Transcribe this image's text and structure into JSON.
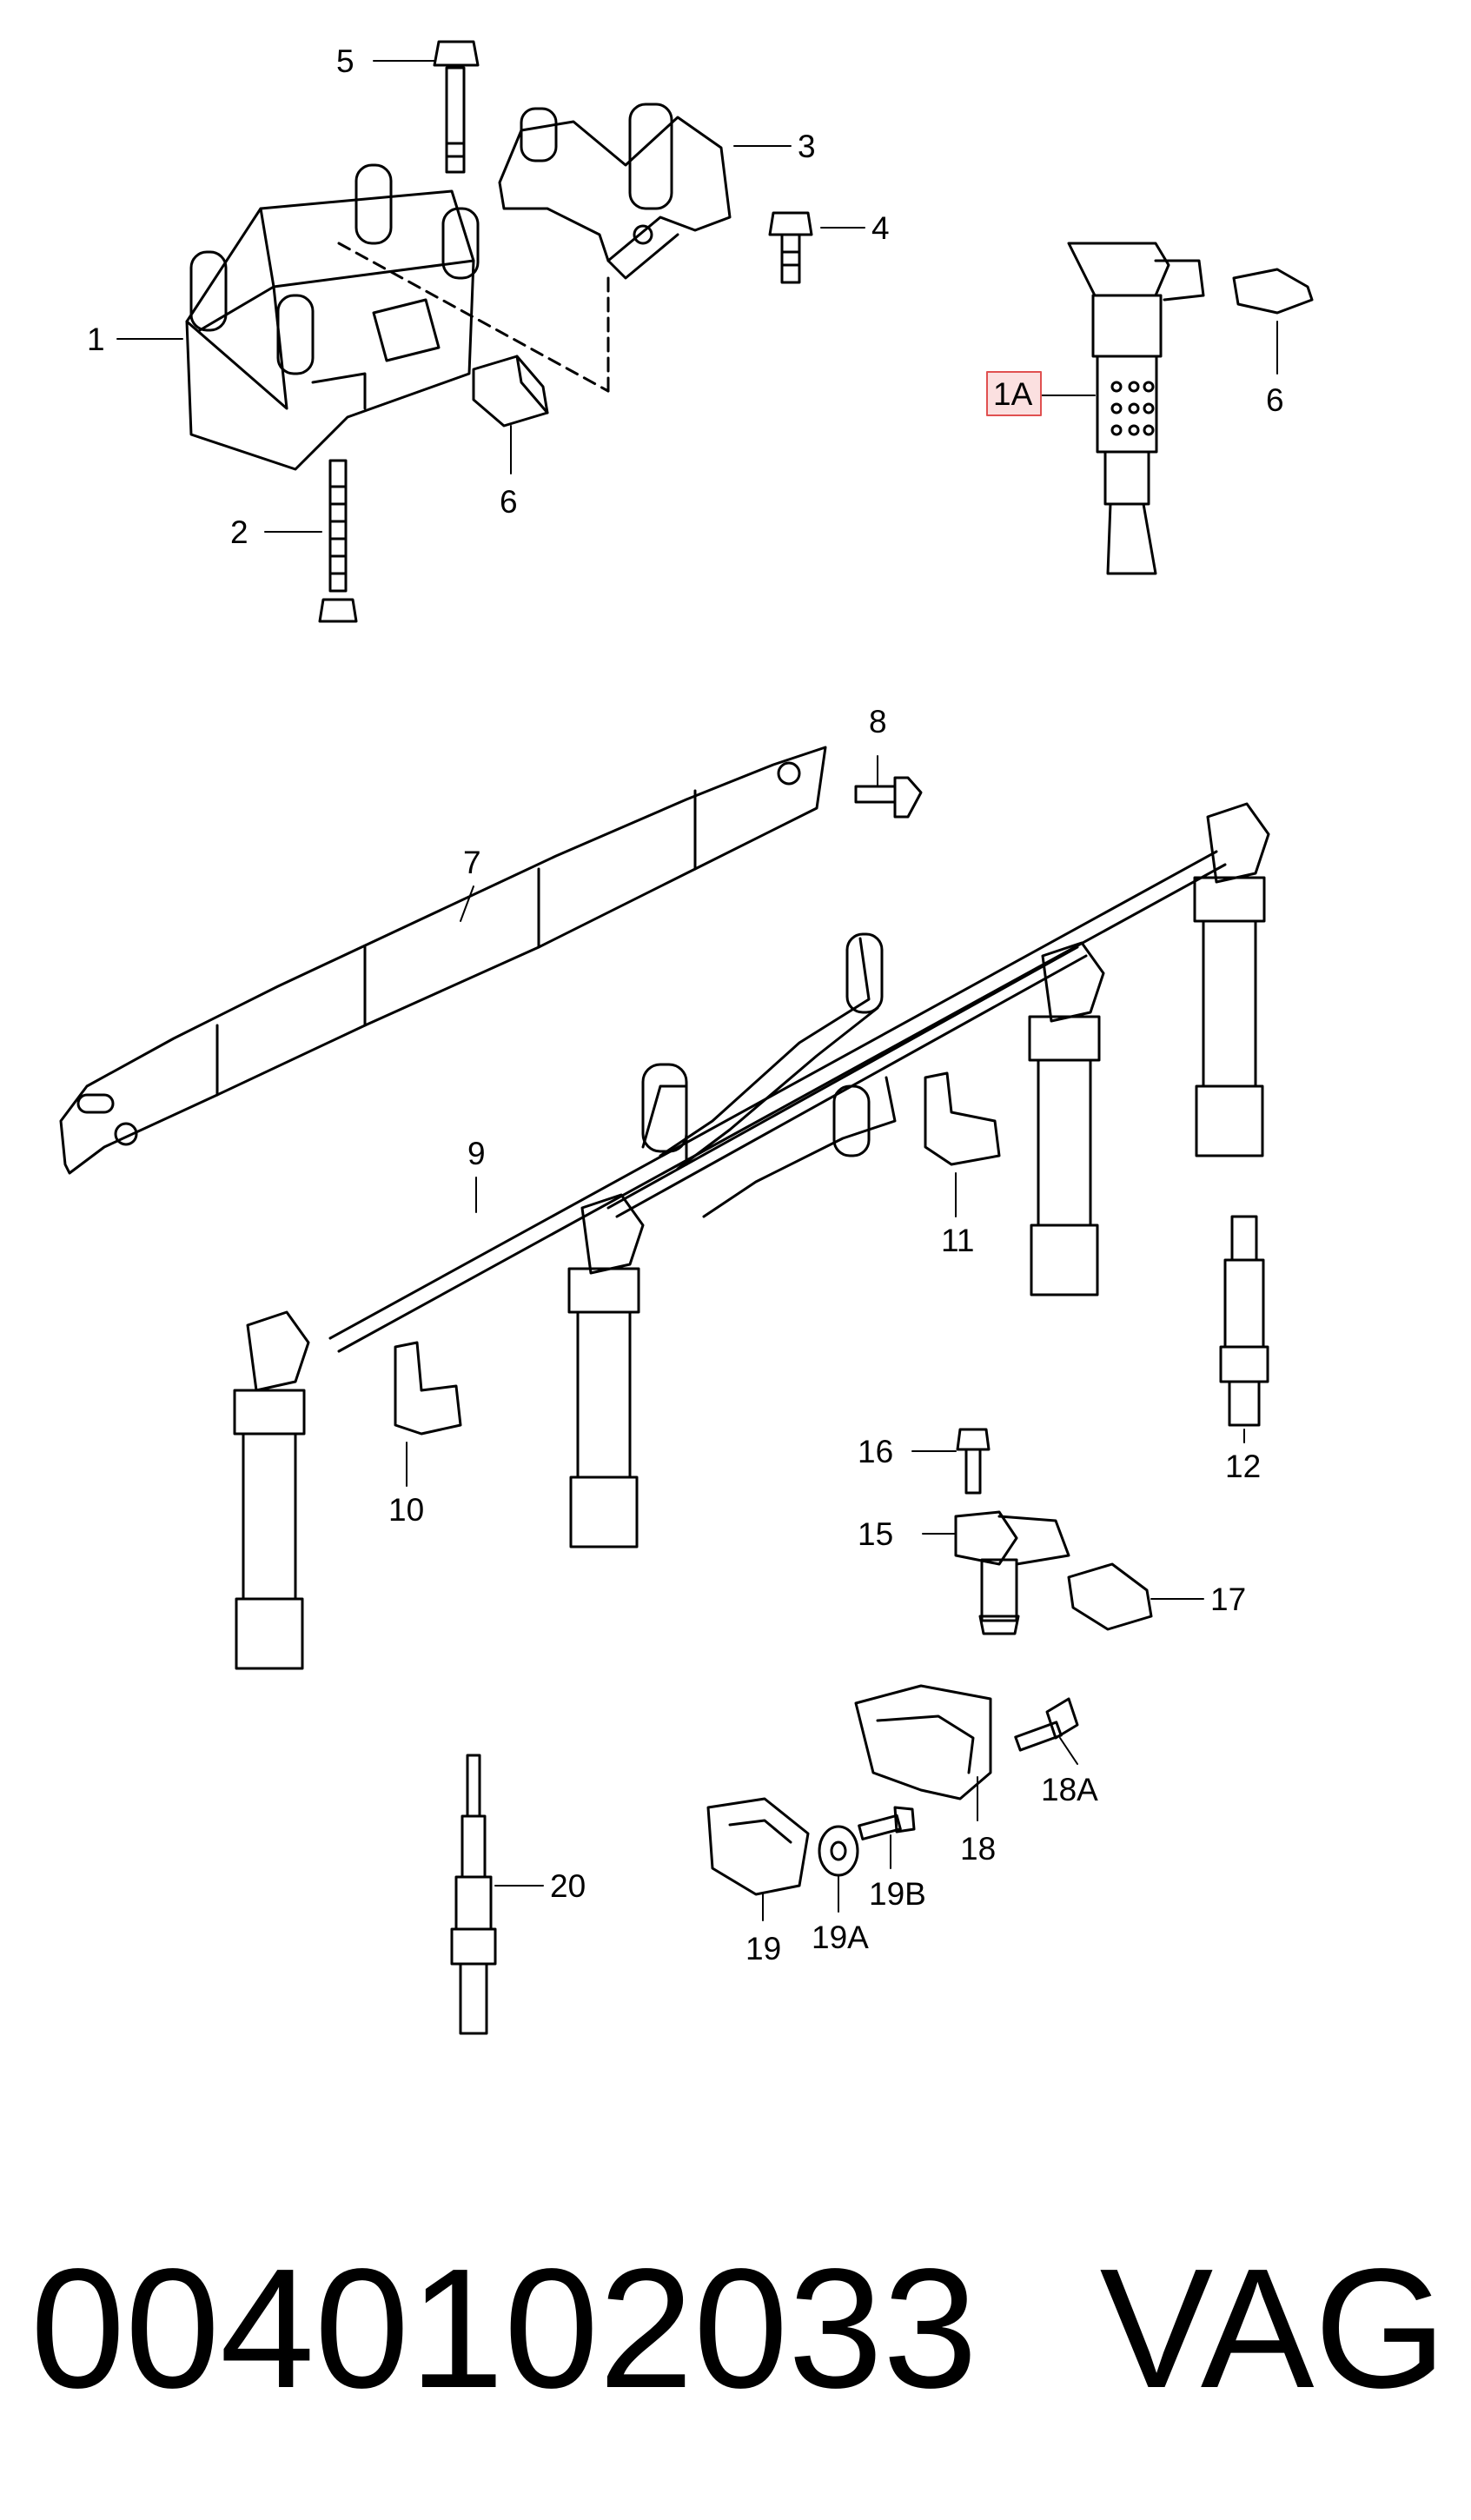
{
  "diagram": {
    "callouts": {
      "c1": "1",
      "c1A": "1A",
      "c2": "2",
      "c3": "3",
      "c4": "4",
      "c5": "5",
      "c6a": "6",
      "c6b": "6",
      "c7": "7",
      "c8": "8",
      "c9": "9",
      "c10": "10",
      "c11": "11",
      "c12": "12",
      "c15": "15",
      "c16": "16",
      "c17": "17",
      "c18": "18",
      "c18A": "18A",
      "c19": "19",
      "c19A": "19A",
      "c19B": "19B",
      "c20": "20"
    },
    "highlight_color": "#e05050",
    "highlight_fill": "#fbe0e0"
  },
  "footer": {
    "part_number": "0040102033",
    "brand": "VAG"
  }
}
